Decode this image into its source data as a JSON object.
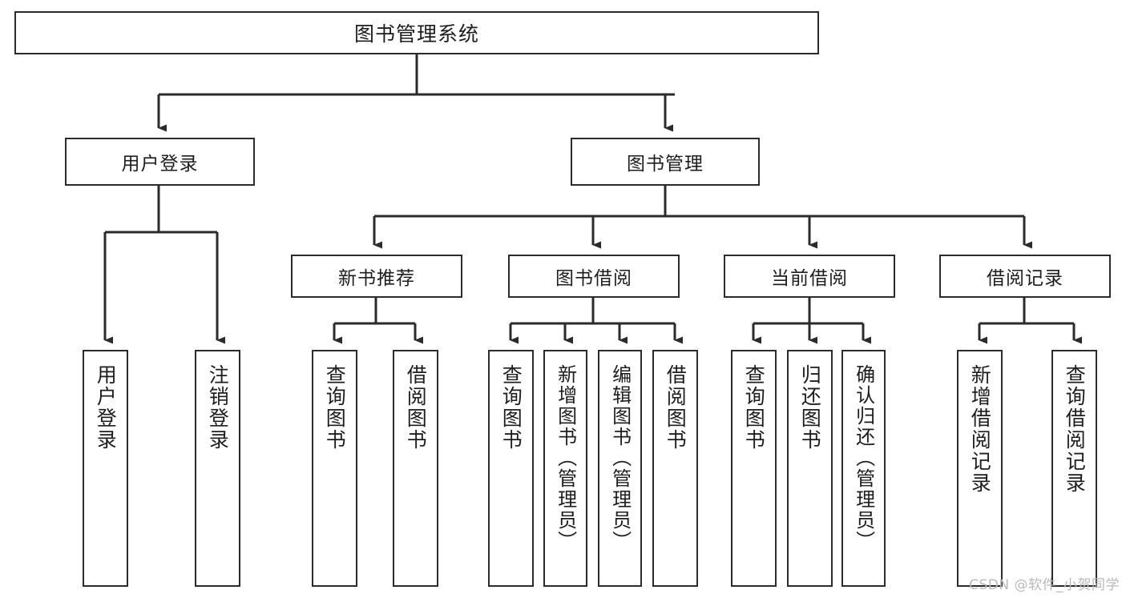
{
  "diagram": {
    "title": "图书管理系统",
    "type": "hierarchy-tree",
    "root": {
      "label": "图书管理系统"
    },
    "level1": [
      {
        "label": "用户登录"
      },
      {
        "label": "图书管理"
      }
    ],
    "level2": [
      {
        "label": "新书推荐"
      },
      {
        "label": "图书借阅"
      },
      {
        "label": "当前借阅"
      },
      {
        "label": "借阅记录"
      }
    ],
    "leaves": {
      "user_login": [
        {
          "label": "用户登录"
        },
        {
          "label": "注销登录"
        }
      ],
      "new_book_recommend": [
        {
          "label": "查询图书"
        },
        {
          "label": "借阅图书"
        }
      ],
      "book_borrow": [
        {
          "label": "查询图书"
        },
        {
          "label": "新增图书（管理员）"
        },
        {
          "label": "编辑图书（管理员）"
        },
        {
          "label": "借阅图书"
        }
      ],
      "current_borrow": [
        {
          "label": "查询图书"
        },
        {
          "label": "归还图书"
        },
        {
          "label": "确认归还（管理员）"
        }
      ],
      "borrow_record": [
        {
          "label": "新增借阅记录"
        },
        {
          "label": "查询借阅记录"
        }
      ]
    }
  },
  "watermark": {
    "text": "CSDN @软件_小贺同学"
  },
  "colors": {
    "stroke": "#2b2b2b",
    "box_fill": "#ffffff",
    "text": "#1d1d1d",
    "watermark": "#b9b9b9"
  }
}
